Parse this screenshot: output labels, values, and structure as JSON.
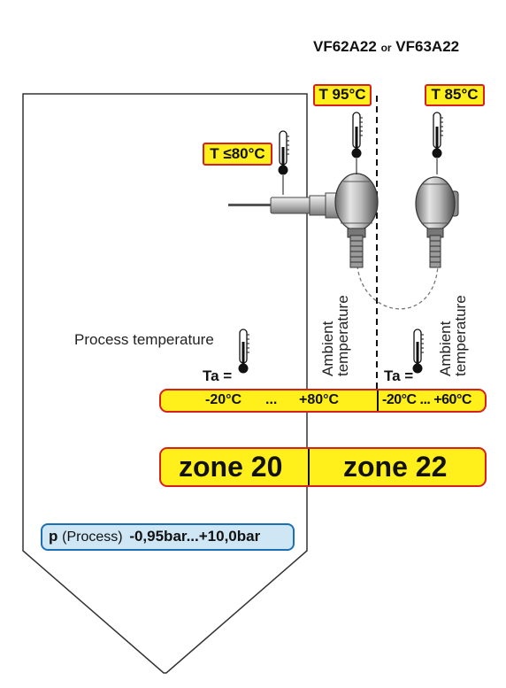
{
  "header": {
    "model_a": "VF62A22",
    "or": "or",
    "model_b": "VF63A22"
  },
  "tags": {
    "t_sensor": "T ≤80°C",
    "t_head_a": "T 95°C",
    "t_head_b": "T 85°C"
  },
  "labels": {
    "process_temperature": "Process temperature",
    "ta_left": "Ta =",
    "ta_right": "Ta =",
    "ambient_temperature_left": [
      "Ambient",
      "temperature"
    ],
    "ambient_temperature_right": [
      "Ambient",
      "temperature"
    ]
  },
  "ranges": {
    "left_min": "-20°C",
    "left_dots": "...",
    "left_max": "+80°C",
    "right": "-20°C ... +60°C"
  },
  "zones": {
    "left": "zone 20",
    "right": "zone 22"
  },
  "pressure": {
    "symbol": "p",
    "context": "(Process)",
    "range": "-0,95bar...+10,0bar"
  },
  "colors": {
    "tag_fill": "#ffef1a",
    "tag_border": "#d82020",
    "pressure_fill": "#cfe7f5",
    "pressure_border": "#1a6fb5",
    "outline": "#333333"
  }
}
